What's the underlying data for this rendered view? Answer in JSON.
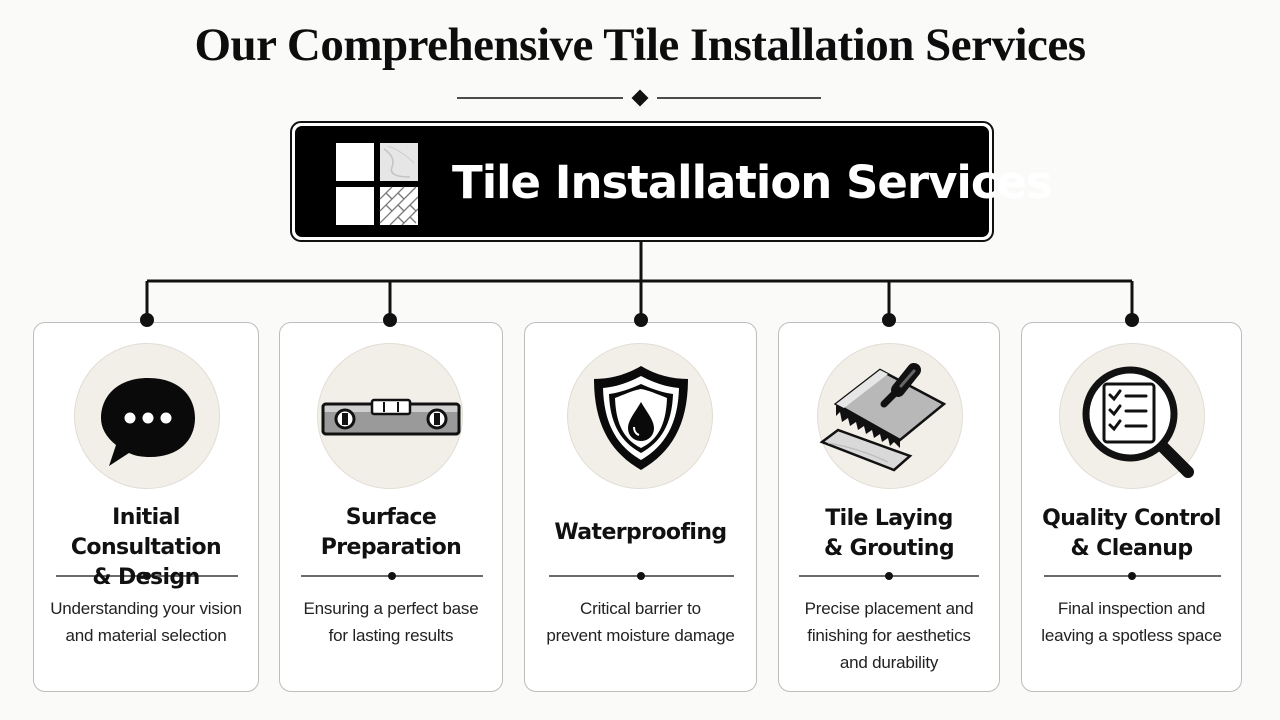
{
  "header": {
    "title": "Our Comprehensive Tile Installation Services"
  },
  "hero": {
    "title": "Tile Installation Services",
    "icon": "tile-grid-icon"
  },
  "services": [
    {
      "title_lines": [
        "Initial Consultation",
        "& Design"
      ],
      "desc_lines": [
        "Understanding your vision",
        "and material selection"
      ],
      "icon": "speech-bubble-icon"
    },
    {
      "title_lines": [
        "Surface",
        "Preparation"
      ],
      "desc_lines": [
        "Ensuring a perfect base",
        "for lasting results"
      ],
      "icon": "spirit-level-icon"
    },
    {
      "title_lines": [
        "Waterproofing"
      ],
      "desc_lines": [
        "Critical barrier to",
        "prevent moisture damage"
      ],
      "icon": "shield-droplet-icon"
    },
    {
      "title_lines": [
        "Tile Laying",
        "& Grouting"
      ],
      "desc_lines": [
        "Precise placement and",
        "finishing for aesthetics",
        "and durability"
      ],
      "icon": "trowel-tile-icon"
    },
    {
      "title_lines": [
        "Quality Control",
        "& Cleanup"
      ],
      "desc_lines": [
        "Final inspection and",
        "leaving a spotless space"
      ],
      "icon": "checklist-magnifier-icon"
    }
  ],
  "colors": {
    "background": "#fafaf9",
    "hero_bg": "#000000",
    "icon_circle": "#f2efe9",
    "card_border": "#bdbdbd",
    "text": "#111111"
  }
}
